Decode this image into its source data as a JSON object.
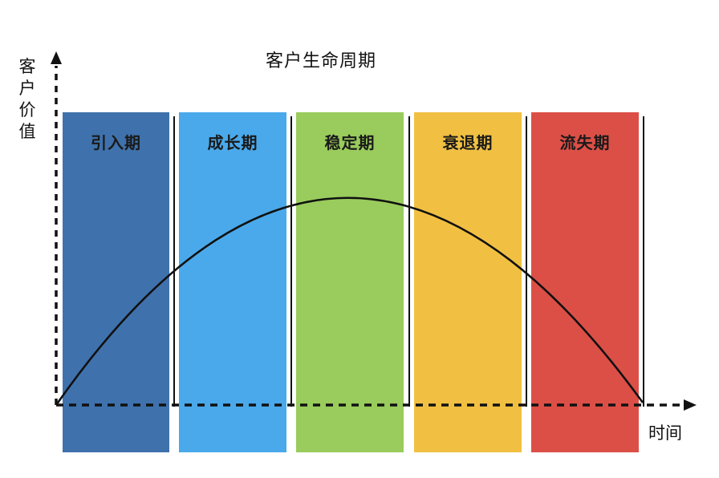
{
  "title": "客户生命周期",
  "y_axis_label": "客户价值",
  "x_axis_label": "时间",
  "phases": [
    {
      "label": "引入期",
      "color": "#3f72ad"
    },
    {
      "label": "成长期",
      "color": "#4aa9ea"
    },
    {
      "label": "稳定期",
      "color": "#99cc5c"
    },
    {
      "label": "衰退期",
      "color": "#f1c043"
    },
    {
      "label": "流失期",
      "color": "#dc4f47"
    }
  ],
  "colors": {
    "axis": "#111111",
    "curve": "#111111",
    "background": "#ffffff"
  }
}
